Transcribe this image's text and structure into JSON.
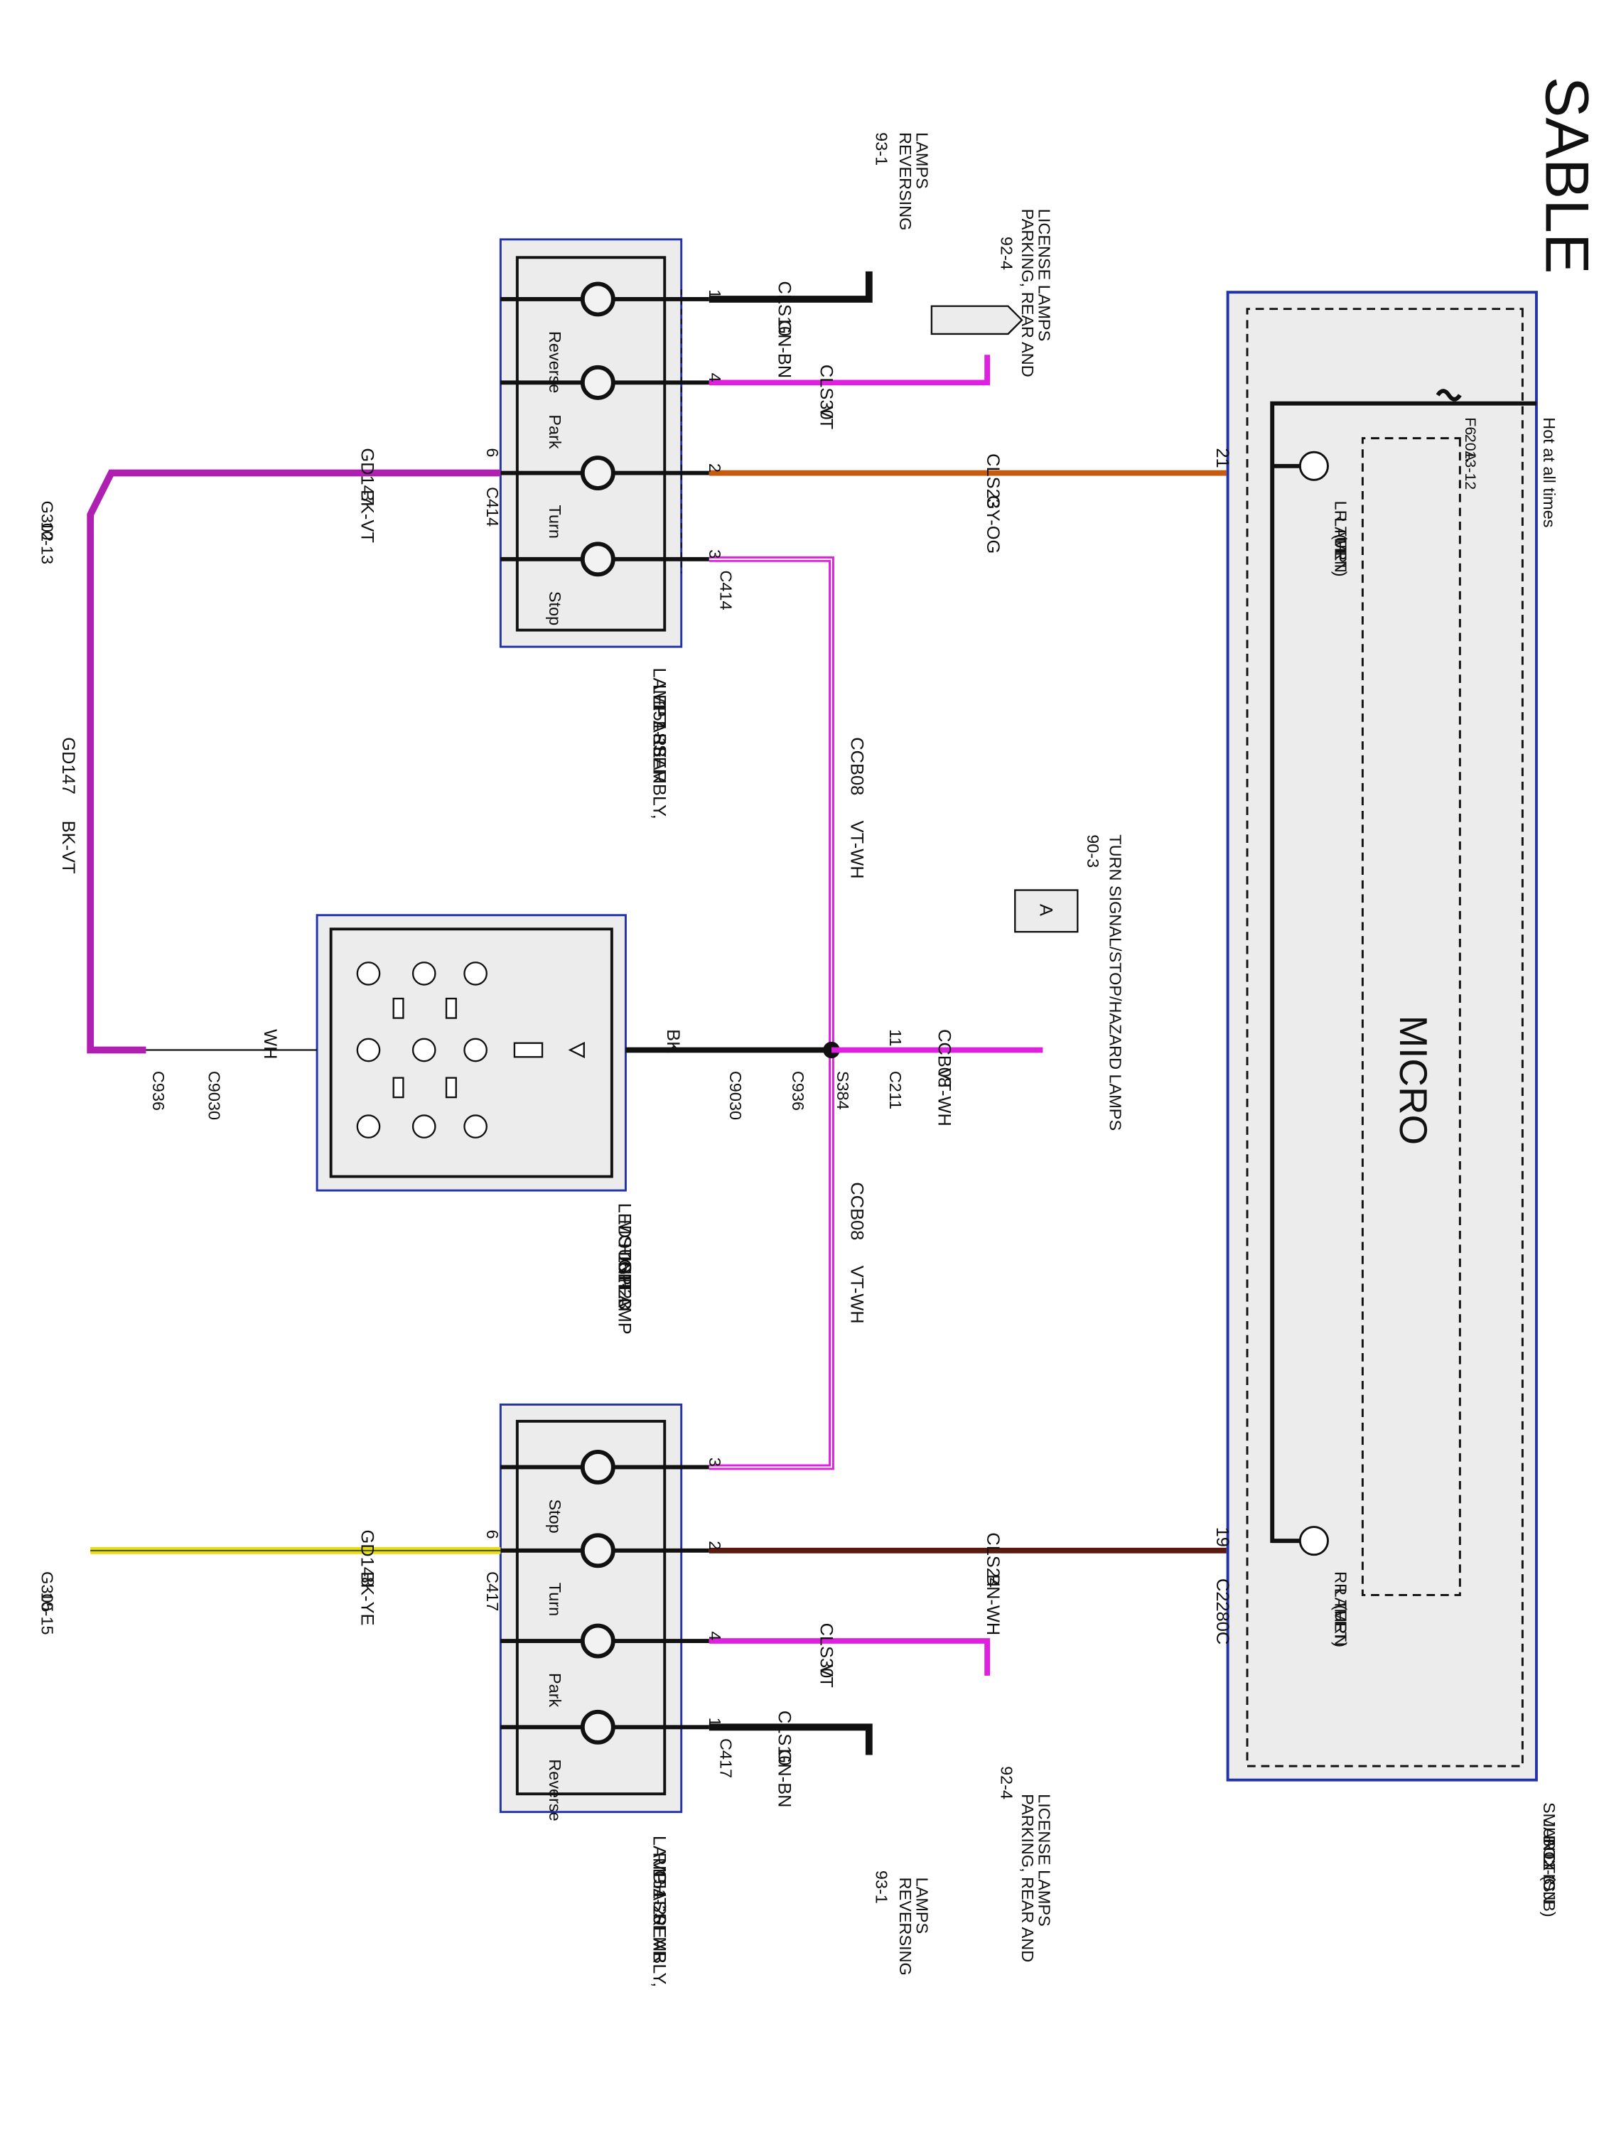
{
  "title": "SABLE",
  "sjb": {
    "name_lines": [
      "SMART",
      "JUNCTION",
      "BOX (SJB)",
      "11-3"
    ],
    "hot": "Hot at all times",
    "fuse_lines": [
      "F6",
      "20A",
      "13-12"
    ],
    "micro": "MICRO",
    "lr_lines": [
      "LR TURN",
      "LAMP",
      "(FET)"
    ],
    "rr_lines": [
      "RR TURN",
      "LAMP",
      "(FET)"
    ],
    "pin_lr": "21",
    "pin_rr": "19",
    "conn_rr": "C2280C"
  },
  "left_rear": {
    "name_lines": [
      "LAMP ASSEMBLY,",
      "LEFT REAR",
      "151-18"
    ],
    "bulbs": [
      "Reverse",
      "Park",
      "Turn",
      "Stop"
    ],
    "pins": [
      "1",
      "4",
      "2",
      "3"
    ],
    "ground_pin": "6",
    "conn": "C414",
    "conn2": "C414"
  },
  "right_rear": {
    "name_lines": [
      "LAMP ASSEMBLY,",
      "RIGHT REAR",
      "151-20"
    ],
    "bulbs": [
      "Stop",
      "Turn",
      "Park",
      "Reverse"
    ],
    "pins": [
      "3",
      "2",
      "4",
      "1"
    ],
    "ground_pin": "6",
    "conn": "C417",
    "conn2": "C417"
  },
  "chmsl": {
    "name_lines": [
      "LED HIGH",
      "MOUNTED",
      "STOPLAMP",
      "151-23"
    ]
  },
  "wires": {
    "cls10": "CLS10",
    "gn_bn": "GN-BN",
    "cls30": "CLS30",
    "vt": "VT",
    "cls23": "CLS23",
    "gy_og": "GY-OG",
    "cls24": "CLS24",
    "bn_wh": "BN-WH",
    "gd147": "GD147",
    "bk_vt": "BK-VT",
    "gd148": "GD148",
    "bk_ye": "BK-YE",
    "ccb08": "CCB08",
    "vt_wh": "VT-WH",
    "bk": "BK",
    "wh": "WH"
  },
  "refs": {
    "reversing_lines": [
      "REVERSING",
      "LAMPS"
    ],
    "reversing_page": "93-1",
    "parking_lines": [
      "PARKING, REAR AND",
      "LICENSE LAMPS"
    ],
    "parking_page": "92-4",
    "turn_lines": [
      "TURN SIGNAL/STOP/HAZARD LAMPS"
    ],
    "turn_page": "90-3",
    "turn_letter": "A"
  },
  "grounds": {
    "g302": "G302",
    "g302_page": "10-13",
    "g305": "G305",
    "g305_page": "10-15"
  },
  "connectors": {
    "c936": "C936",
    "c9030": "C9030",
    "s384": "S384",
    "c211": "C211",
    "p1": "1",
    "p2": "2",
    "p3": "3",
    "p11": "11"
  },
  "colors": {
    "frame": "#2233aa",
    "violet": "#e020e0",
    "orange": "#c85a10",
    "brown": "#5a1a10",
    "yellow": "#e8e000",
    "black": "#111111",
    "panel": "#ececec"
  }
}
